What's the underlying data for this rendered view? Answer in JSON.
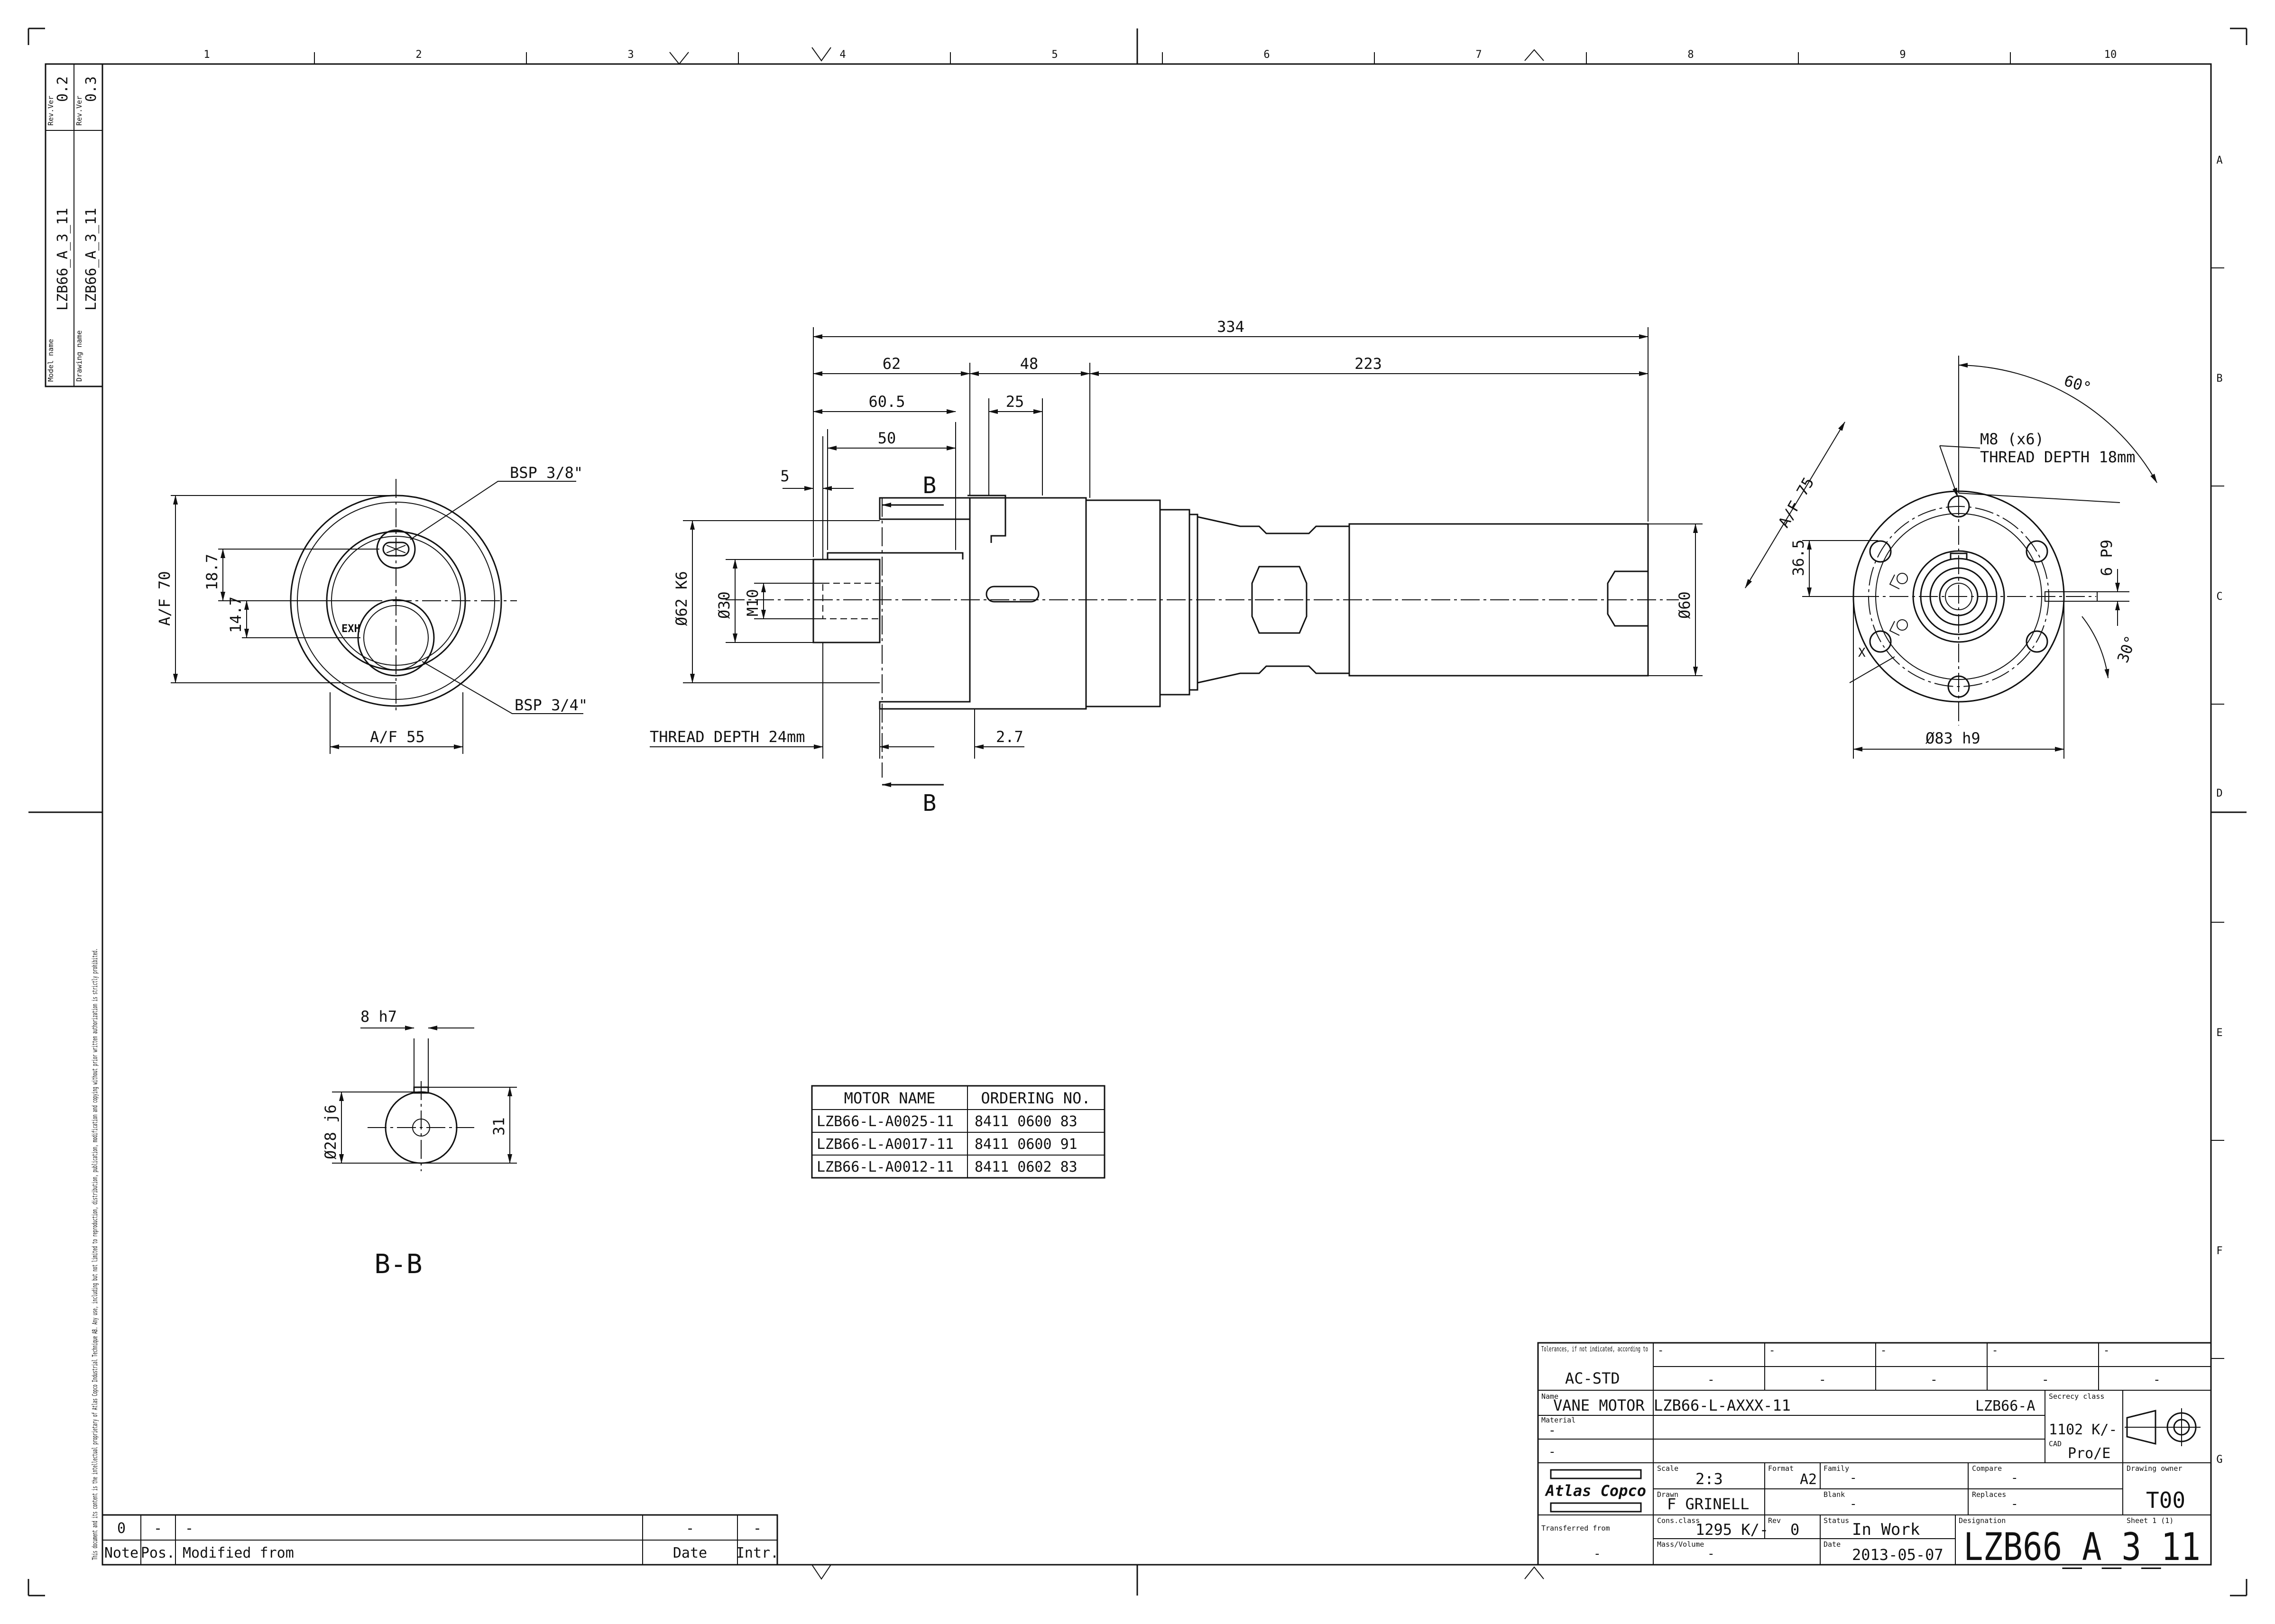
{
  "grid": {
    "columns": [
      "1",
      "2",
      "3",
      "4",
      "5",
      "6",
      "7",
      "8",
      "9",
      "10"
    ],
    "rows": [
      "A",
      "B",
      "C",
      "D",
      "E",
      "F",
      "G"
    ]
  },
  "revision_box": {
    "model_name_label": "Model name",
    "model_name": "LZB66_A_3_11",
    "drawing_name_label": "Drawing name",
    "drawing_name": "LZB66_A_3_11",
    "rev_label": "Rev.Ver",
    "model_rev": "0.2",
    "drawing_rev": "0.3"
  },
  "copyright_notice": "This document and its content is the intellectual proprietary of Atlas Copco Industrial Technique AB. Any use, including but not limited to reproduction, distribution, publication, modification and copying without prior written authorization is strictly prohibited.",
  "front_view": {
    "bsp_top": "BSP 3/8\"",
    "bsp_bottom": "BSP 3/4\"",
    "af70": "A/F 70",
    "d187": "18.7",
    "d147": "14.7",
    "exh": "EXH",
    "af55": "A/F 55"
  },
  "side_view": {
    "d334": "334",
    "d62": "62",
    "d48": "48",
    "d223": "223",
    "d605": "60.5",
    "d25": "25",
    "d50": "50",
    "d5": "5",
    "section_label": "B",
    "dia62": "Ø62 K6",
    "dia30": "Ø30",
    "m10": "M10",
    "dia60": "Ø60",
    "thread_depth": "THREAD DEPTH 24mm",
    "d27": "2.7"
  },
  "end_view": {
    "angle60": "60°",
    "m8": "M8 (x6)",
    "m8_depth": "THREAD DEPTH 18mm",
    "af75": "A/F 75",
    "d365": "36.5",
    "p9": "6 P9",
    "angle30": "30°",
    "dia83": "Ø83 h9",
    "x_mark": "X"
  },
  "section_view": {
    "h7": "8 h7",
    "dia28": "Ø28 j6",
    "d31": "31",
    "title": "B-B"
  },
  "motor_table": {
    "headers": [
      "MOTOR NAME",
      "ORDERING NO."
    ],
    "rows": [
      [
        "LZB66-L-A0025-11",
        "8411 0600 83"
      ],
      [
        "LZB66-L-A0017-11",
        "8411 0600 91"
      ],
      [
        "LZB66-L-A0012-11",
        "8411 0602 83"
      ]
    ]
  },
  "revision_table": {
    "row": [
      "0",
      "-",
      "-",
      "-",
      "-"
    ],
    "headers": [
      "Note",
      "Pos.",
      "Modified from",
      "Date",
      "Intr."
    ]
  },
  "title_block": {
    "tolerances_label": "Tolerances, if not indicated, according to",
    "tolerances_value": "AC-STD",
    "dashes": [
      "-",
      "-",
      "-",
      "-",
      "-"
    ],
    "dashes_values": [
      "-",
      "-",
      "-",
      "-",
      "-"
    ],
    "name_label": "Name",
    "name_value": "VANE MOTOR LZB66-L-AXXX-11",
    "name_code": "LZB66-A",
    "secrecy_label": "Secrecy class",
    "secrecy_value": "1102 K/-",
    "material_label": "Material",
    "material_value": "-",
    "material_value2": "-",
    "cad_label": "CAD",
    "cad_value": "Pro/E",
    "scale_label": "Scale",
    "scale_value": "2:3",
    "format_label": "Format",
    "format_value": "A2",
    "family_label": "Family",
    "family_value": "-",
    "compare_label": "Compare",
    "compare_value": "-",
    "owner_label": "Drawing owner",
    "owner_value": "T00",
    "logo_text": "Atlas Copco",
    "drawn_label": "Drawn",
    "drawn_value": "F GRINELL",
    "blank_label": "Blank",
    "blank_value": "-",
    "replaces_label": "Replaces",
    "replaces_value": "-",
    "cons_label": "Cons.class",
    "cons_value": "1295 K/-",
    "rev_label": "Rev",
    "rev_value": "0",
    "status_label": "Status",
    "status_value": "In Work",
    "designation_label": "Designation",
    "designation_value": "LZB66_A_3_11",
    "sheet_label": "Sheet 1 (1)",
    "transferred_label": "Transferred from",
    "transferred_value": "-",
    "mass_label": "Mass/Volume",
    "mass_value": "-",
    "date_label": "Date",
    "date_value": "2013-05-07"
  }
}
